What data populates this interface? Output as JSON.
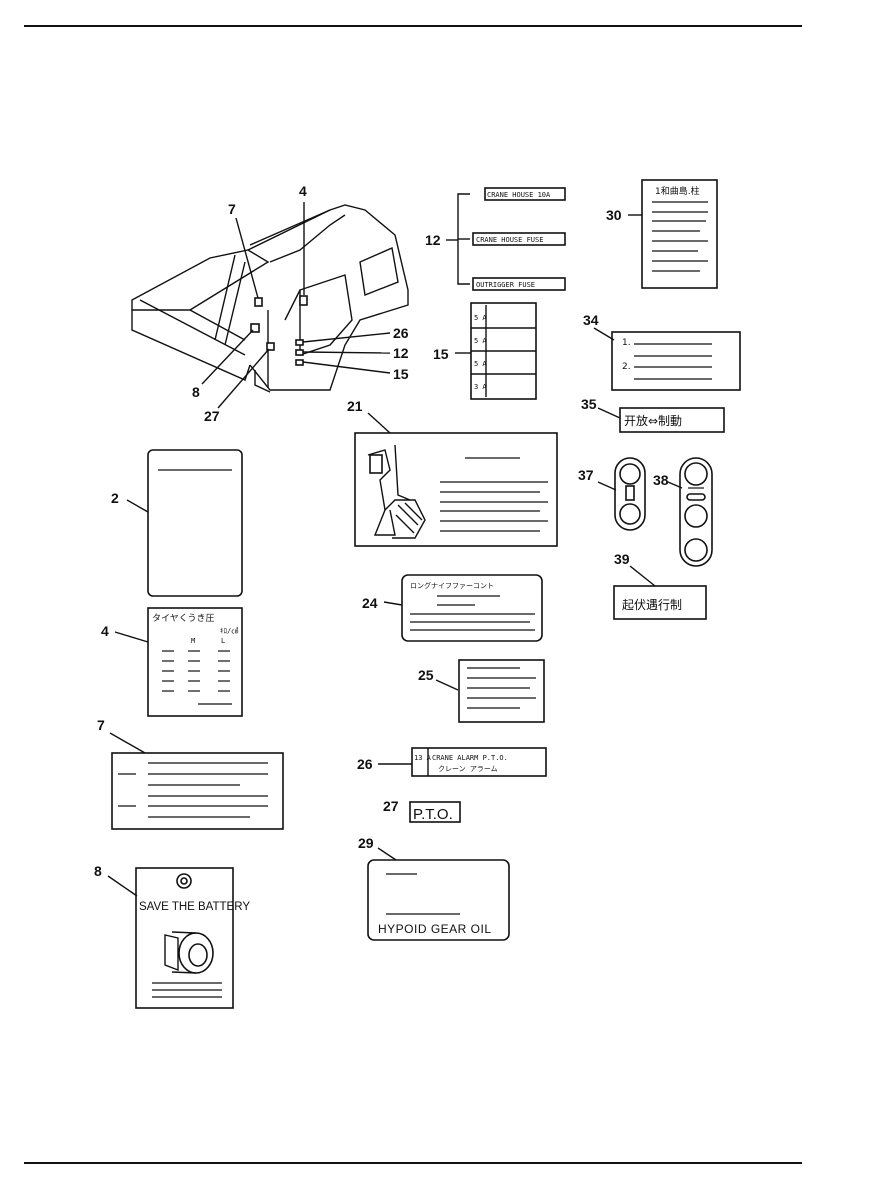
{
  "callouts": {
    "truck_4": "4",
    "truck_7": "7",
    "truck_8": "8",
    "truck_12": "12",
    "truck_15": "15",
    "truck_26": "26",
    "truck_27": "27",
    "p2": "2",
    "p4": "4",
    "p7": "7",
    "p8": "8",
    "p12": "12",
    "p15": "15",
    "p21": "21",
    "p24": "24",
    "p25": "25",
    "p26": "26",
    "p27": "27",
    "p29": "29",
    "p30": "30",
    "p34": "34",
    "p35": "35",
    "p37": "37",
    "p38": "38",
    "p39": "39"
  },
  "labels": {
    "fuse_crane_house_10a": "CRANE HOUSE 10A",
    "fuse_crane_house": "CRANE HOUSE FUSE",
    "fuse_outrigger": "OUTRIGGER FUSE",
    "fuse_amp_1": "5 A",
    "fuse_amp_2": "5 A",
    "fuse_amp_3": "5 A",
    "fuse_amp_4": "3 A",
    "plate_30_header": "1和曲島.柱",
    "plate_4_header": "タイヤくうき圧",
    "plate_4_unit": "ｷﾛ/㎠",
    "plate_4_col_m": "M",
    "plate_4_col_l": "L",
    "plate_34_row1": "1.",
    "plate_34_row2": "2.",
    "plate_35_text": "开放⇔制動",
    "plate_39_text": "起伏遇行制",
    "plate_24_header": "ロングナイフファーコント",
    "plate_26_amp": "13 A",
    "plate_26_line1": "CRANE ALARM P.T.O.",
    "plate_26_line2": "クレーン アラーム",
    "plate_27_text": "P.T.O.",
    "plate_29_text": "HYPOID GEAR OIL",
    "plate_8_text": "SAVE THE BATTERY"
  }
}
